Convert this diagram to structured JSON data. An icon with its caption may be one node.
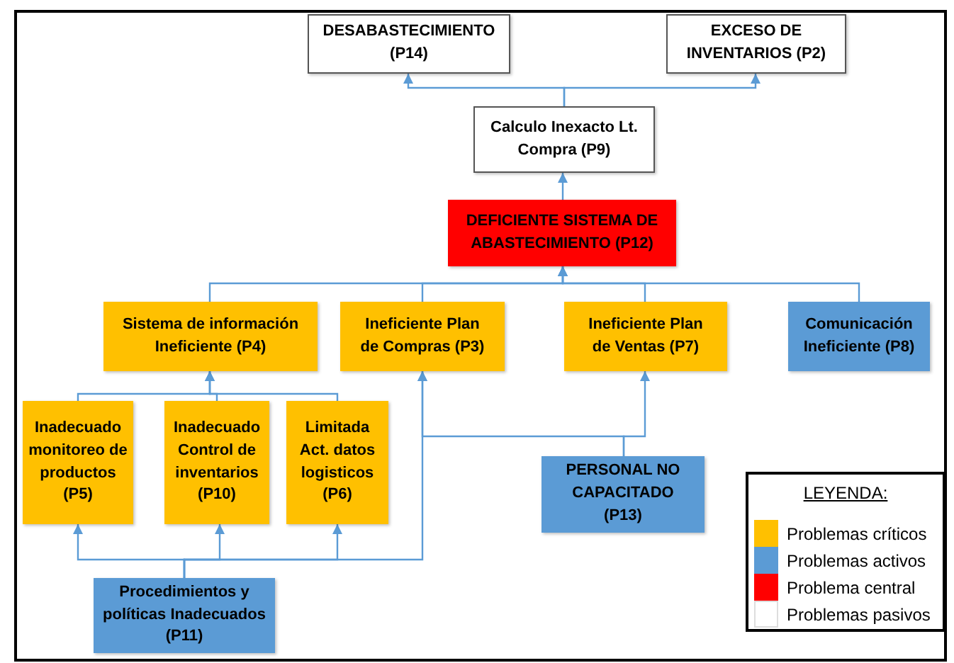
{
  "diagram": {
    "nodes": [
      {
        "text": [
          "DESABASTECIMIENTO (P14)"
        ]
      },
      {
        "text": [
          "EXCESO DE INVENTARIOS (P2)"
        ]
      },
      {
        "text": [
          "Calculo Inexacto Lt. Compra (P9)"
        ]
      },
      {
        "text": [
          "DEFICIENTE SISTEMA DE ABASTECIMIENTO (P12)"
        ]
      },
      {
        "text": [
          "Sistema de información Ineficiente (P4)"
        ]
      },
      {
        "text": [
          "Ineficiente Plan de Compras (P3)"
        ]
      },
      {
        "text": [
          "Ineficiente Plan de Ventas  (P7)"
        ]
      },
      {
        "text": [
          "Comunicación Ineficiente (P8)"
        ]
      },
      {
        "text": [
          "Inadecuado monitoreo de productos (P5)"
        ]
      },
      {
        "text": [
          "Inadecuado Control de inventarios (P10)"
        ]
      },
      {
        "text": [
          "Limitada Act. datos logisticos (P6)"
        ]
      },
      {
        "text": [
          "PERSONAL NO CAPACITADO (P13)"
        ]
      },
      {
        "text": [
          "Procedimientos y políticas Inadecuados (P11)"
        ]
      }
    ],
    "edges": [
      {
        "from": 2,
        "to": 0,
        "arrow": "to"
      },
      {
        "from": 2,
        "to": 1,
        "arrow": "to"
      },
      {
        "from": 3,
        "to": 2,
        "arrow": "to"
      },
      {
        "from": 4,
        "to": 3,
        "arrow": "to"
      },
      {
        "from": 5,
        "to": 3,
        "arrow": "to"
      },
      {
        "from": 6,
        "to": 3,
        "arrow": "to"
      },
      {
        "from": 7,
        "to": 3,
        "arrow": "to"
      },
      {
        "from": 8,
        "to": 4,
        "arrow": "to"
      },
      {
        "from": 9,
        "to": 4,
        "arrow": "to"
      },
      {
        "from": 10,
        "to": 4,
        "arrow": "to"
      },
      {
        "from": 12,
        "to": 8,
        "arrow": "to"
      },
      {
        "from": 12,
        "to": 9,
        "arrow": "to"
      },
      {
        "from": 12,
        "to": 10,
        "arrow": "to"
      },
      {
        "from": 12,
        "to": 5,
        "arrow": "to"
      },
      {
        "from": 11,
        "to": 5,
        "arrow": "to"
      },
      {
        "from": 11,
        "to": 6,
        "arrow": "to"
      }
    ],
    "labels": [
      "LEYENDA:"
    ],
    "legend": [
      {
        "text": "Problemas críticos",
        "color": "#ffc000"
      },
      {
        "text": "Problemas activos",
        "color": "#5b9bd5"
      },
      {
        "text": "Problema central",
        "color": "#ff0000"
      },
      {
        "text": "Problemas pasivos",
        "color": "#ffffff"
      }
    ]
  }
}
